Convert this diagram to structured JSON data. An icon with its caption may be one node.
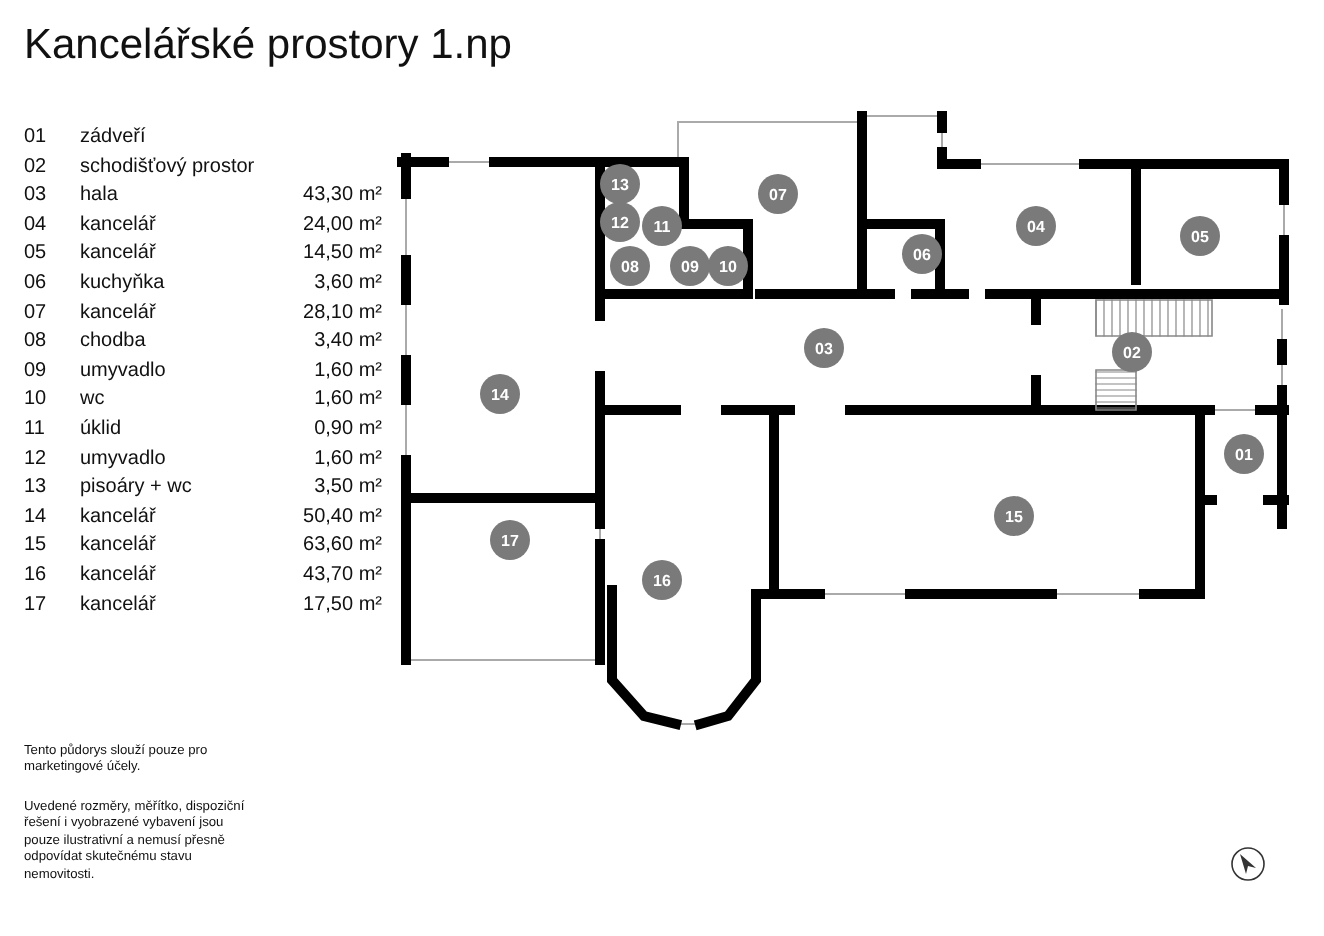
{
  "diagram": {
    "title": "Kancelářské prostory 1.np",
    "nodes": [
      {
        "text": [
          "13"
        ]
      },
      {
        "text": [
          "07"
        ]
      },
      {
        "text": [
          "12"
        ]
      },
      {
        "text": [
          "11"
        ]
      },
      {
        "text": [
          "04"
        ]
      },
      {
        "text": [
          "05"
        ]
      },
      {
        "text": [
          "06"
        ]
      },
      {
        "text": [
          "08"
        ]
      },
      {
        "text": [
          "09"
        ]
      },
      {
        "text": [
          "10"
        ]
      },
      {
        "text": [
          "03"
        ]
      },
      {
        "text": [
          "02"
        ]
      },
      {
        "text": [
          "14"
        ]
      },
      {
        "text": [
          "01"
        ]
      },
      {
        "text": [
          "15"
        ]
      },
      {
        "text": [
          "17"
        ]
      },
      {
        "text": [
          "16"
        ]
      }
    ],
    "labels": [
      "01",
      "zádveří",
      "02",
      "schodišťový prostor",
      "03",
      "hala",
      "43,30 m²",
      "04",
      "kancelář",
      "24,00 m²",
      "05",
      "kancelář",
      "14,50 m²",
      "06",
      "kuchyňka",
      "3,60 m²",
      "07",
      "kancelář",
      "28,10 m²",
      "08",
      "chodba",
      "3,40 m²",
      "09",
      "umyvadlo",
      "1,60 m²",
      "10",
      "wc",
      "1,60 m²",
      "11",
      "úklid",
      "0,90 m²",
      "12",
      "umyvadlo",
      "1,60 m²",
      "13",
      "pisoáry + wc",
      "3,50 m²",
      "14",
      "kancelář",
      "50,40 m²",
      "15",
      "kancelář",
      "63,60 m²",
      "16",
      "kancelář",
      "43,70 m²",
      "17",
      "kancelář",
      "17,50 m²",
      "Tento půdorys slouží pouze pro marketingové účely.",
      "Uvedené rozměry, měřítko, dispoziční řešení i vyobrazené vybavení jsou pouze ilustrativní a nemusí přesně odpovídat skutečnému stavu nemovitosti."
    ]
  }
}
